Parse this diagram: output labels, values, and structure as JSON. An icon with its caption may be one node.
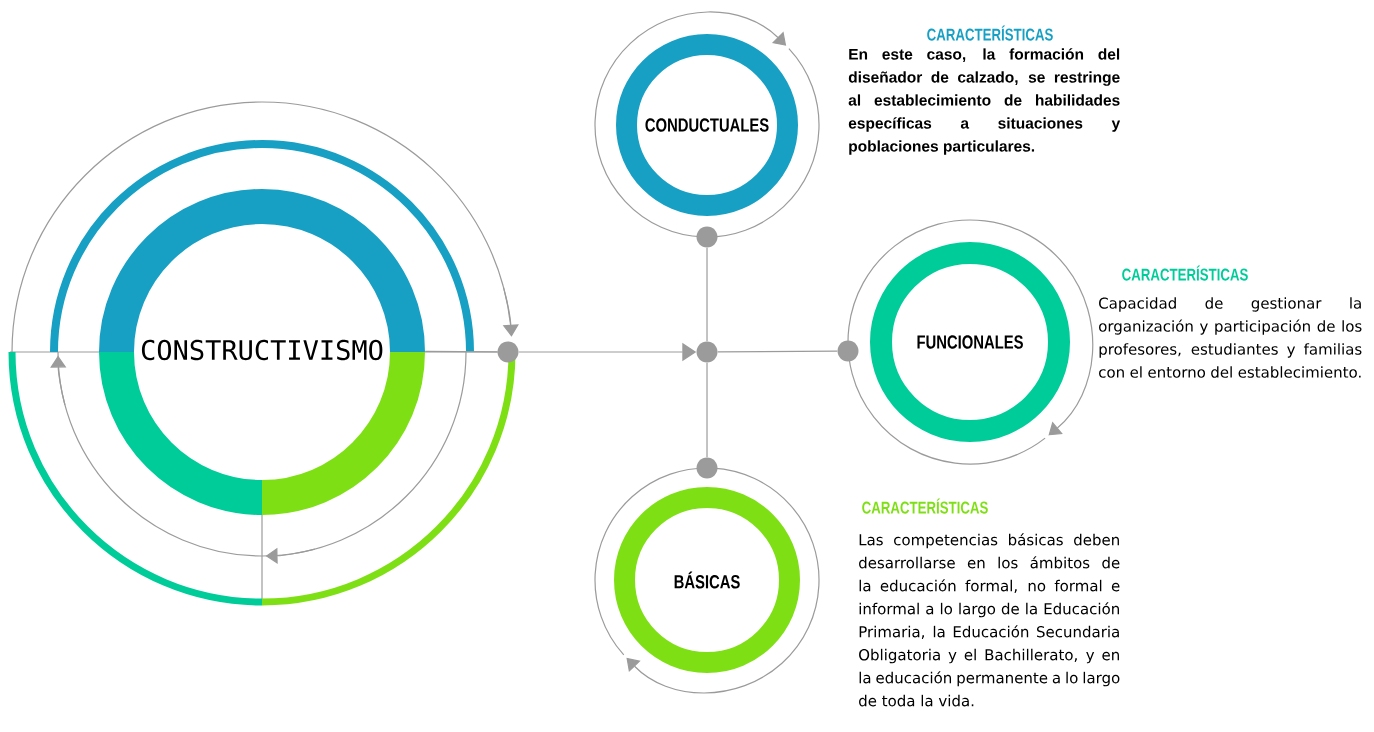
{
  "diagram": {
    "nodes": [
      {
        "text": [
          "CONSTRUCTIVISMO"
        ]
      },
      {
        "text": [],
        "shape": "circle"
      },
      {
        "text": [],
        "shape": "circle"
      },
      {
        "text": [],
        "shape": "circle"
      },
      {
        "text": [
          "CONDUCTUALES"
        ],
        "beside": [
          "CARACTERÍSTICAS",
          "En este caso, la formación del diseñador de calzado, se restringe al establecimiento de habilidades específicas a situaciones y poblaciones particulares."
        ]
      },
      {
        "text": [],
        "shape": "circle"
      },
      {
        "text": [
          "FUNCIONALES"
        ],
        "beside": [
          "CARACTERÍSTICAS",
          "Capacidad de gestionar la organización y participación de los profesores, estudiantes y familias con el entorno del establecimiento."
        ]
      },
      {
        "text": [],
        "shape": "circle"
      },
      {
        "text": [
          "BÁSICAS"
        ],
        "beside": [
          "CARACTERÍSTICAS",
          "Las competencias básicas deben desarrollarse en los ámbitos de la educación formal, no formal e informal a lo largo de la Educación Primaria, la Educación Secundaria Obligatoria y el Bachillerato, y en la educación permanente a lo largo de toda la vida."
        ]
      }
    ],
    "edges": [
      {
        "from": 0,
        "to": 1,
        "arrow": "none"
      },
      {
        "from": 1,
        "to": 2,
        "arrow": "to"
      },
      {
        "from": 2,
        "to": 3,
        "arrow": "none"
      },
      {
        "from": 2,
        "to": 5,
        "arrow": "none"
      },
      {
        "from": 2,
        "to": 7,
        "arrow": "none"
      }
    ]
  }
}
